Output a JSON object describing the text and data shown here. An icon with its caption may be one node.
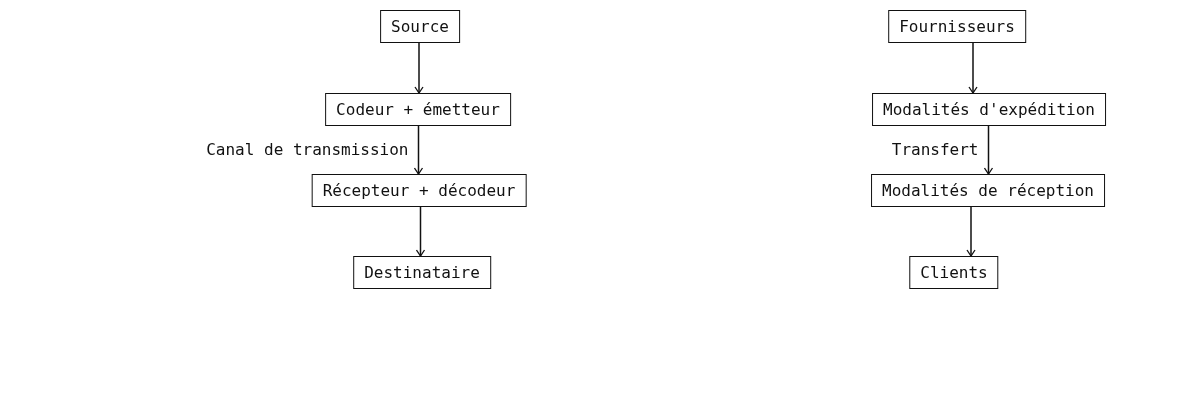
{
  "diagram": {
    "nodes": [
      {
        "text": [
          "Source"
        ]
      },
      {
        "text": [
          "Codeur + émetteur"
        ]
      },
      {
        "text": [
          "Récepteur + décodeur"
        ]
      },
      {
        "text": [
          "Destinataire"
        ]
      },
      {
        "text": [
          "Fournisseurs"
        ]
      },
      {
        "text": [
          "Modalités d'expédition"
        ]
      },
      {
        "text": [
          "Modalités de réception"
        ]
      },
      {
        "text": [
          "Clients"
        ]
      }
    ],
    "edges": [
      {
        "from": 0,
        "to": 1,
        "arrow": "to"
      },
      {
        "from": 1,
        "to": 2,
        "arrow": "to",
        "label": "Canal de transmission"
      },
      {
        "from": 2,
        "to": 3,
        "arrow": "to"
      },
      {
        "from": 4,
        "to": 5,
        "arrow": "to"
      },
      {
        "from": 5,
        "to": 6,
        "arrow": "to",
        "label": "Transfert"
      },
      {
        "from": 6,
        "to": 7,
        "arrow": "to"
      }
    ]
  }
}
